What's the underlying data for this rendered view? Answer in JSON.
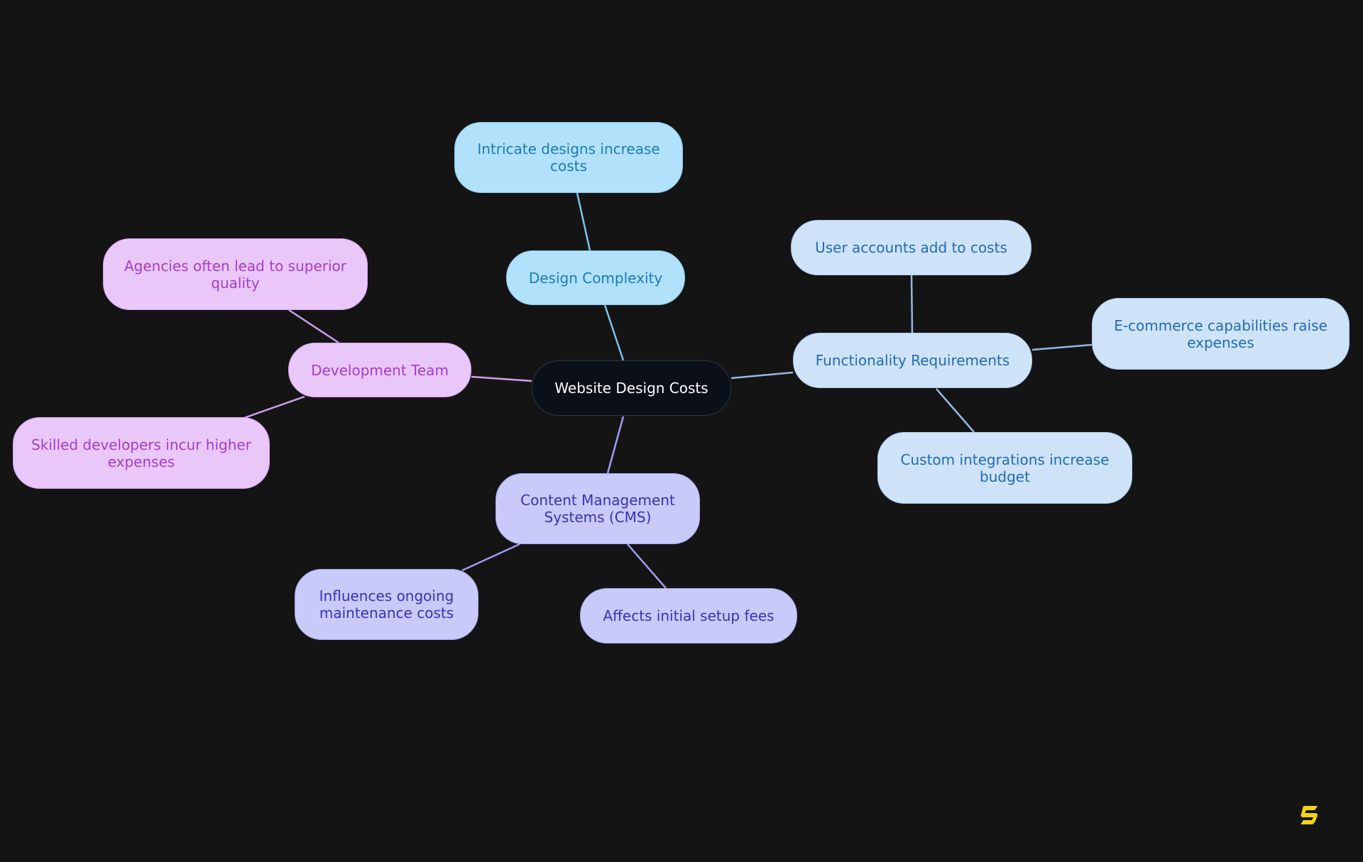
{
  "mindmap": {
    "root": {
      "label": "Website Design Costs"
    },
    "design_complexity": {
      "label": "Design Complexity",
      "children": [
        "Intricate designs increase costs"
      ]
    },
    "functionality": {
      "label": "Functionality Requirements",
      "children": [
        "User accounts add to costs",
        "E-commerce capabilities raise expenses",
        "Custom integrations increase budget"
      ]
    },
    "cms": {
      "label": "Content Management Systems (CMS)",
      "children": [
        "Influences ongoing maintenance costs",
        "Affects initial setup fees"
      ]
    },
    "dev_team": {
      "label": "Development Team",
      "children": [
        "Agencies often lead to superior quality",
        "Skilled developers incur higher expenses"
      ]
    }
  },
  "colors": {
    "background": "#141414",
    "design_complexity_edge": "#7cc3ec",
    "functionality_edge": "#93b8e6",
    "cms_edge": "#9d9ef0",
    "dev_team_edge": "#d09ef0",
    "logo": "#f4d512"
  },
  "logo": {
    "icon": "brand-s-logo-icon"
  }
}
